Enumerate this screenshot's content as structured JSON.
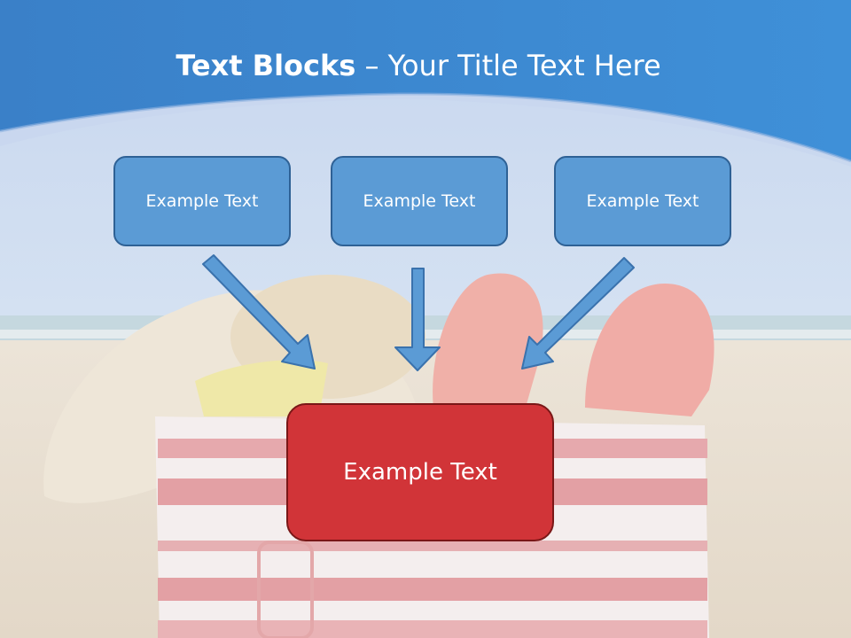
{
  "title": {
    "bold": "Text Blocks",
    "separator": " – ",
    "rest": "Your Title Text Here"
  },
  "boxes": [
    {
      "label": "Example Text"
    },
    {
      "label": "Example Text"
    },
    {
      "label": "Example Text"
    }
  ],
  "center_box": {
    "label": "Example Text"
  },
  "colors": {
    "header_blue": "#2f7cc4",
    "box_blue": "#5b9bd5",
    "box_red": "#d13438",
    "arrow_blue": "#5b9bd5"
  }
}
